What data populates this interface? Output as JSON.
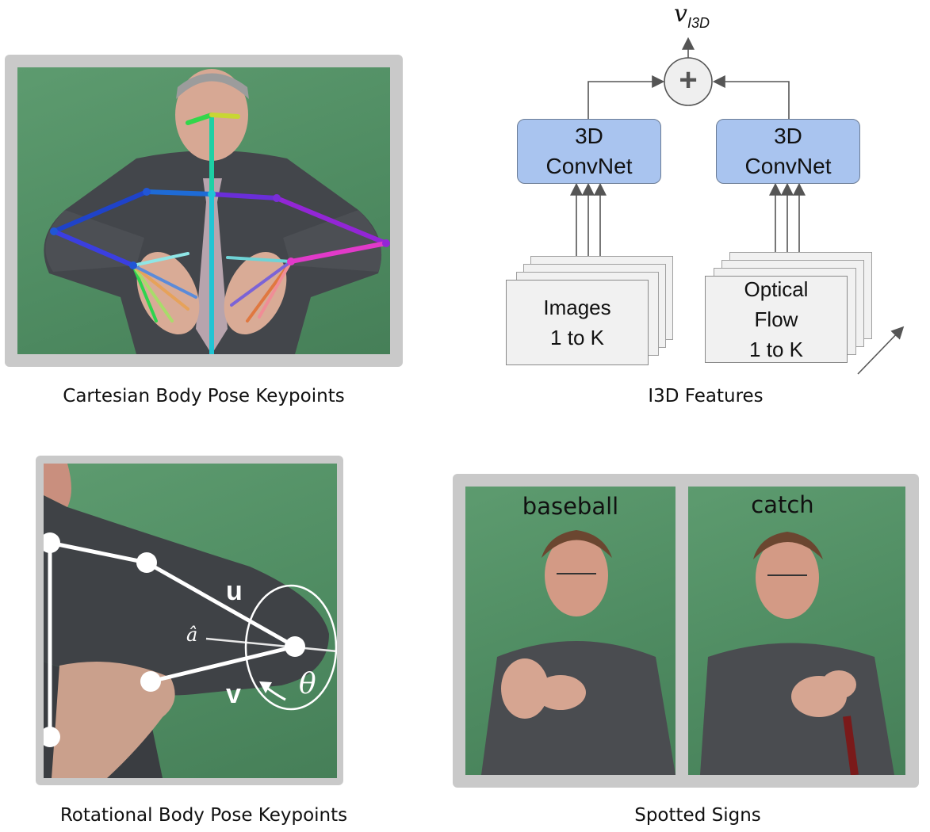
{
  "panels": {
    "top_left": {
      "caption": "Cartesian Body Pose Keypoints"
    },
    "top_right": {
      "caption": "I3D Features",
      "output_symbol": "v",
      "output_subscript": "I3D",
      "sum_symbol": "+",
      "left_branch": {
        "model_line1": "3D",
        "model_line2": "ConvNet",
        "input_line1": "Images",
        "input_line2": "1 to K"
      },
      "right_branch": {
        "model_line1": "3D",
        "model_line2": "ConvNet",
        "input_line1": "Optical",
        "input_line2": "Flow",
        "input_line3": "1 to K"
      }
    },
    "bottom_left": {
      "caption": "Rotational Body Pose Keypoints",
      "vector_u": "u",
      "vector_v": "v",
      "axis_label": "â",
      "angle_label": "θ"
    },
    "bottom_right": {
      "caption": "Spotted Signs",
      "signs": [
        "baseball",
        "catch"
      ]
    }
  },
  "colors": {
    "green_screen": "#4f8c62",
    "convnet_fill": "#a9c4ef",
    "frame_gray": "#c9c9c9",
    "shirt": "#3f4246"
  }
}
